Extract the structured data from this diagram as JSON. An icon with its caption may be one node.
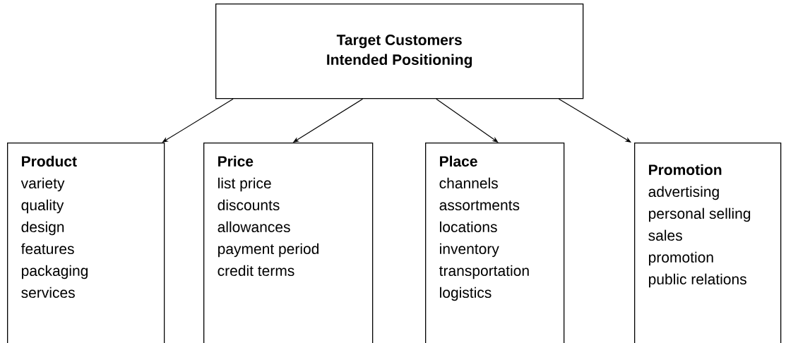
{
  "diagram": {
    "nodes": [
      {
        "text": [
          "Target Customers Intended Positioning"
        ]
      },
      {
        "text": [
          "Product",
          "variety",
          "quality",
          "design",
          "features",
          "packaging",
          "services"
        ]
      },
      {
        "text": [
          "Price",
          "list price",
          "discounts",
          "allowances",
          "payment period",
          "credit terms"
        ]
      },
      {
        "text": [
          "Place",
          "channels",
          "assortments",
          "locations",
          "inventory",
          "transportation",
          "logistics"
        ]
      },
      {
        "text": [
          "Promotion",
          "advertising",
          "personal selling",
          "sales",
          "promotion",
          "public relations"
        ]
      }
    ],
    "edges": [
      {
        "from": 0,
        "to": 1,
        "arrow": "to"
      },
      {
        "from": 0,
        "to": 2,
        "arrow": "to"
      },
      {
        "from": 0,
        "to": 3,
        "arrow": "to"
      },
      {
        "from": 0,
        "to": 4,
        "arrow": "to"
      }
    ]
  }
}
